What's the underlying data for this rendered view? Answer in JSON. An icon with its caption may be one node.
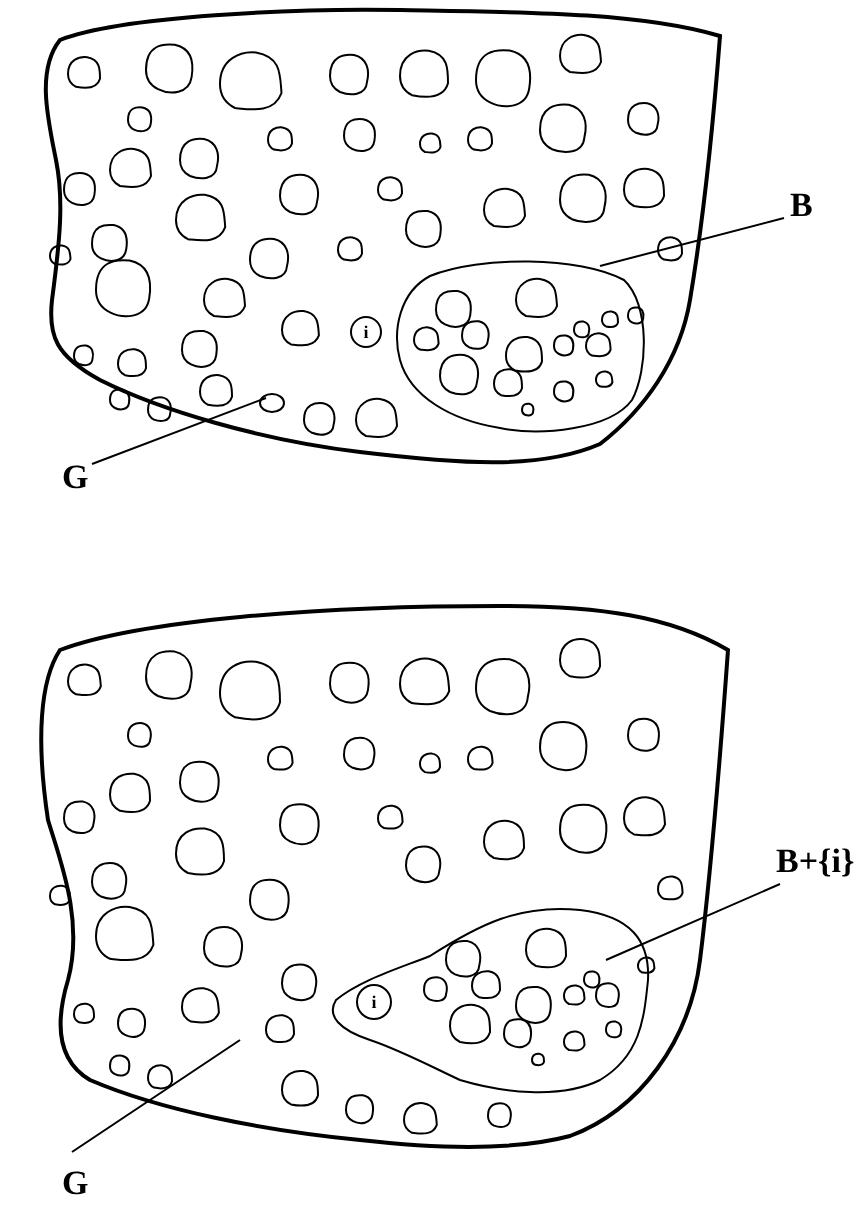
{
  "diagram": {
    "nodes": [
      {
        "text": [],
        "shape": "blob"
      },
      {
        "text": [],
        "shape": "blob",
        "in": 0
      },
      {
        "text": [
          "i"
        ],
        "in": 0
      },
      {
        "text": [],
        "shape": "circle",
        "in": 0
      },
      {
        "text": [
          "B"
        ]
      },
      {
        "text": [
          "G"
        ]
      },
      {
        "text": [],
        "shape": "blob"
      },
      {
        "text": [],
        "shape": "blob",
        "in": 6
      },
      {
        "text": [
          "i"
        ],
        "in": 7
      },
      {
        "text": [
          "B+{i}"
        ]
      },
      {
        "text": [
          "G"
        ]
      }
    ],
    "edges": [
      {
        "from": 4,
        "to": 1,
        "arrow": "none"
      },
      {
        "from": 5,
        "to": 3,
        "arrow": "none"
      },
      {
        "from": 9,
        "to": 7,
        "arrow": "none"
      },
      {
        "from": 10,
        "to": 6,
        "arrow": "none"
      }
    ]
  }
}
